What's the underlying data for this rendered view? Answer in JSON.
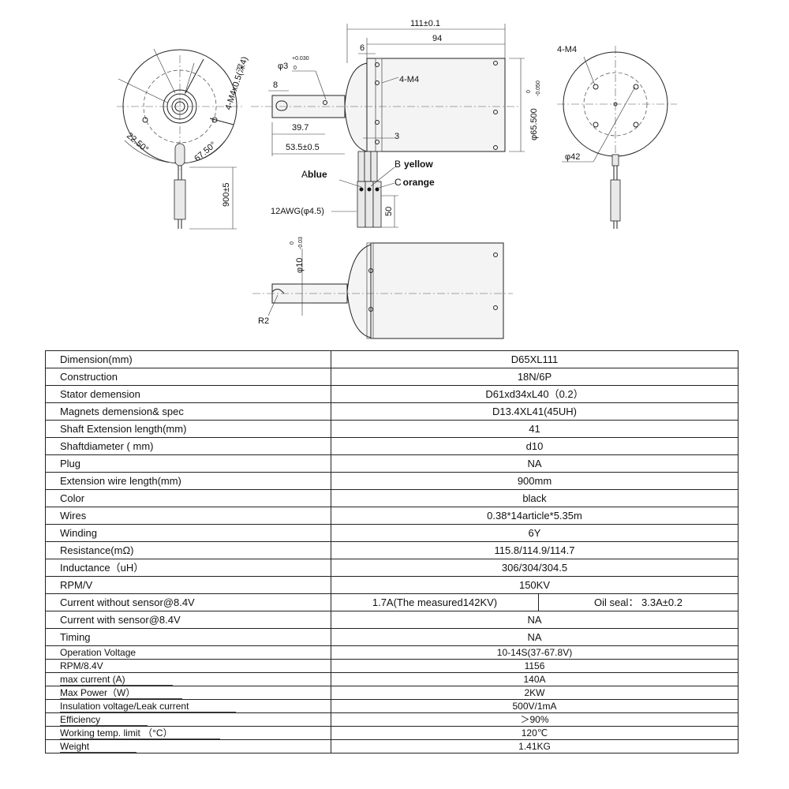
{
  "drawing": {
    "front_view": {
      "mount_label": "4-M4x0.5(深4)",
      "angle_a": "22.50°",
      "angle_b": "67.50°",
      "wire_length": "900±5"
    },
    "side_view": {
      "overall_length": "111±0.1",
      "body_length": "94",
      "flange_offset": "6",
      "shaft_hole_dia": "φ3",
      "shaft_hole_tol_upper": "+0.030",
      "shaft_hole_tol_lower": "0",
      "hole_offset": "8",
      "mount_label": "4-M4",
      "shaft_segment": "39.7",
      "shaft_length": "53.5±0.5",
      "flange_thickness": "3",
      "body_dia": "φ65.500",
      "body_dia_tol_upper": "0",
      "body_dia_tol_lower": "-0.050",
      "wire_a": "A",
      "wire_a_color": "blue",
      "wire_b": "B",
      "wire_b_color": "yellow",
      "wire_c": "C",
      "wire_c_color": "orange",
      "wire_spec": "12AWG(φ4.5)",
      "wire_tail": "50"
    },
    "rear_view": {
      "mount_label": "4-M4",
      "pcd": "φ42"
    },
    "shaft_view": {
      "shaft_dia": "φ10",
      "shaft_tol_upper": "0",
      "shaft_tol_lower": "-0.03",
      "radius": "R2"
    }
  },
  "specs": [
    {
      "label": "Dimension(mm)",
      "value": "D65XL111"
    },
    {
      "label": "Construction",
      "value": "18N/6P"
    },
    {
      "label": "Stator demension",
      "value": "D61xd34xL40（0.2）"
    },
    {
      "label": "Magnets demension& spec",
      "value": "D13.4XL41(45UH)"
    },
    {
      "label": "Shaft Extension length(mm)",
      "value": "41"
    },
    {
      "label": "Shaftdiameter ( mm)",
      "value": "d10"
    },
    {
      "label": "Plug",
      "value": "NA"
    },
    {
      "label": "Extension wire length(mm)",
      "value": "900mm"
    },
    {
      "label": "Color",
      "value": "black"
    },
    {
      "label": "Wires",
      "value": "0.38*14article*5.35m"
    },
    {
      "label": "Winding",
      "value": "6Y"
    },
    {
      "label": "Resistance(mΩ)",
      "value": "115.8/114.9/114.7"
    },
    {
      "label": "Inductance（uH）",
      "value": "306/304/304.5"
    },
    {
      "label": "RPM/V",
      "value": "150KV"
    },
    {
      "label": "Current without sensor@8.4V",
      "value": "1.7A(The measured142KV)",
      "value2": "Oil seal：   3.3A±0.2"
    },
    {
      "label": "Current with sensor@8.4V",
      "value": "NA"
    },
    {
      "label": "Timing",
      "value": "NA"
    },
    {
      "label": "Operation Voltage",
      "value": "10-14S(37-67.8V)"
    },
    {
      "label": "RPM/8.4V",
      "value": "1156"
    },
    {
      "label": "max current (A)",
      "value": "140A"
    },
    {
      "label": "Max Power（W）",
      "value": "2KW"
    },
    {
      "label": "Insulation voltage/Leak current",
      "value": "500V/1mA"
    },
    {
      "label": "Efficiency",
      "value": "＞90%"
    },
    {
      "label": "Working temp. limit （°C）",
      "value": "120℃"
    },
    {
      "label": "Weight",
      "value": "1.41KG"
    }
  ]
}
